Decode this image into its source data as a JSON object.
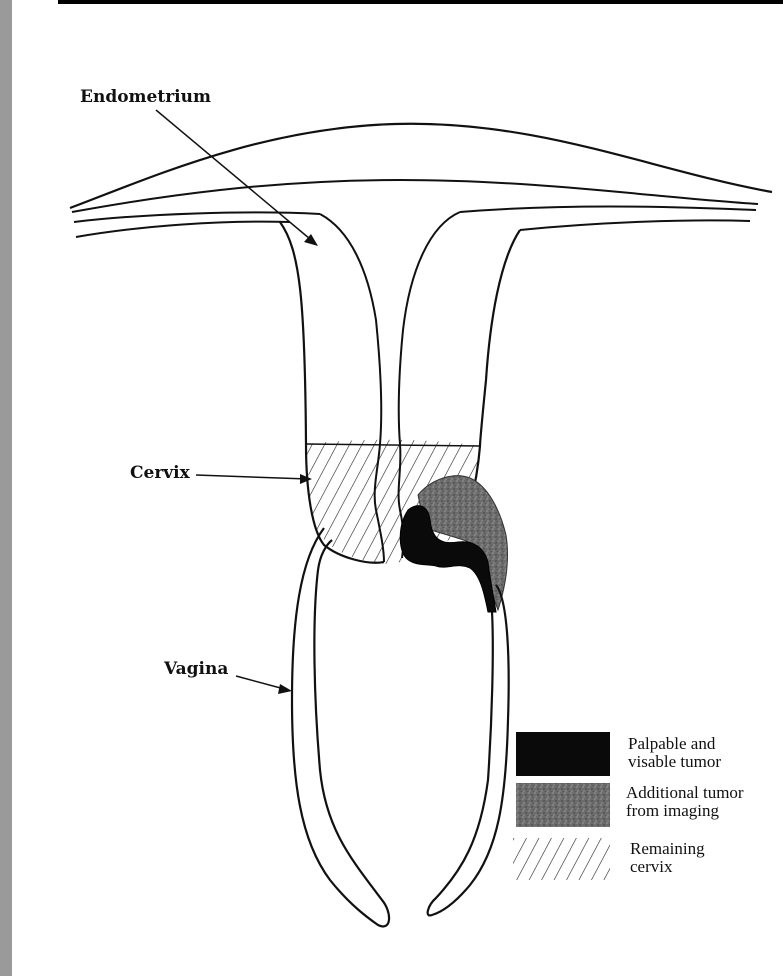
{
  "labels": {
    "endometrium": "Endometrium",
    "cervix": "Cervix",
    "vagina": "Vagina"
  },
  "legend": {
    "palpable_line1": "Palpable and",
    "palpable_line2": "visable tumor",
    "imaging_line1": "Additional tumor",
    "imaging_line2": "from imaging",
    "remaining_line1": "Remaining",
    "remaining_line2": "cervix"
  },
  "colors": {
    "outline": "#111111",
    "palpable_tumor": "#0a0a0a",
    "imaging_tumor": "#6f6f6f",
    "background": "#fdfdfb"
  }
}
